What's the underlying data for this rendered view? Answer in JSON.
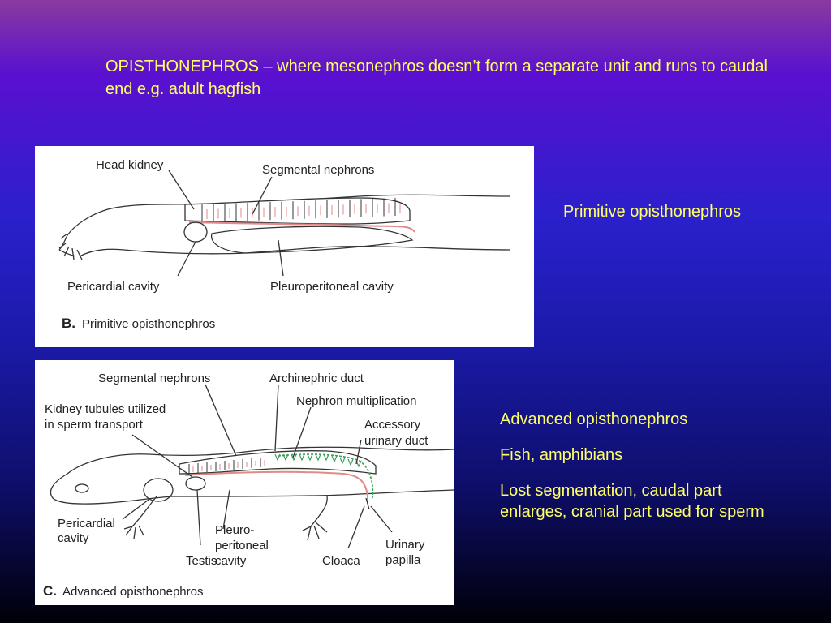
{
  "slide": {
    "title": "OPISTHONEPHROS – where mesonephros doesn’t form a separate unit and runs to caudal end e.g. adult hagfish",
    "text_color": "#ffff66"
  },
  "panel_b": {
    "labels": {
      "head_kidney": "Head kidney",
      "segmental_nephrons": "Segmental nephrons",
      "pericardial_cavity": "Pericardial cavity",
      "pleuroperitoneal_cavity": "Pleuroperitoneal cavity"
    },
    "caption_letter": "B.",
    "caption_text": "Primitive opisthonephros",
    "side_label": "Primitive opisthonephros"
  },
  "panel_c": {
    "labels": {
      "segmental_nephrons": "Segmental nephrons",
      "archinephric_duct": "Archinephric duct",
      "nephron_multiplication": "Nephron multiplication",
      "kidney_tubules_1": "Kidney tubules utilized",
      "kidney_tubules_2": "in sperm transport",
      "accessory_1": "Accessory",
      "accessory_2": "urinary duct",
      "pericardial_1": "Pericardial",
      "pericardial_2": "cavity",
      "pleuro_1": "Pleuro-",
      "pleuro_2": "peritoneal",
      "pleuro_3": "cavity",
      "testis": "Testis",
      "cloaca": "Cloaca",
      "urinary_1": "Urinary",
      "urinary_2": "papilla"
    },
    "caption_letter": "C.",
    "caption_text": "Advanced opisthonephros",
    "side_texts": [
      "Advanced opisthonephros",
      "Fish, amphibians",
      "Lost segmentation, caudal part enlarges, cranial part used for sperm"
    ]
  }
}
